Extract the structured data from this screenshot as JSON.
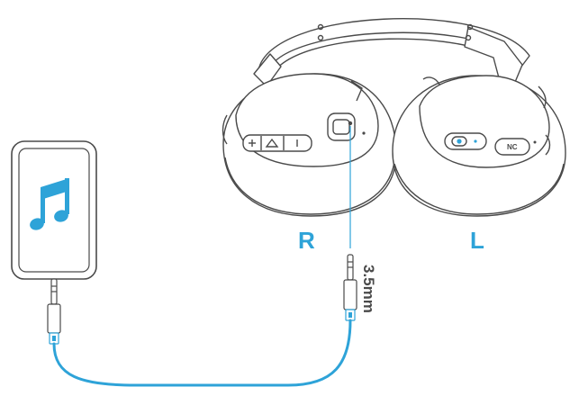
{
  "labels": {
    "right_side": "R",
    "left_side": "L",
    "jack_size": "3.5mm",
    "nc_button": "NC"
  },
  "colors": {
    "accent": "#2ea3d8",
    "line": "#4a4a4a",
    "background": "#ffffff"
  },
  "icons": {
    "phone_screen": "music-note-icon",
    "right_cup_controls": [
      "plus-icon",
      "triangle-icon",
      "minus-icon"
    ],
    "left_cup_controls": [
      "bluetooth-toggle-icon",
      "nc-button"
    ]
  }
}
